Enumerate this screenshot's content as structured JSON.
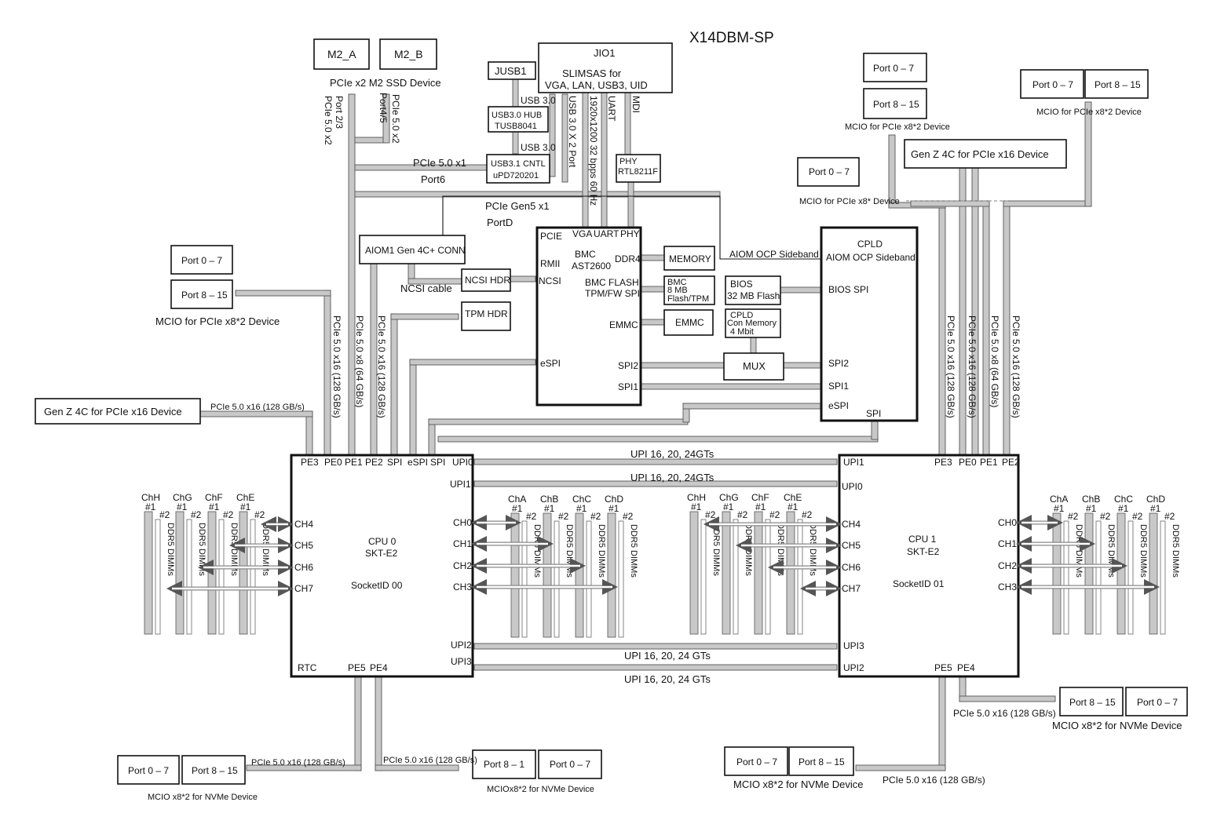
{
  "title": "X14DBM-SP",
  "cpu0": {
    "name": "CPU 0",
    "socket": "SKT-E2",
    "id": "SocketID  00",
    "pe3": "PE3",
    "pe0": "PE0",
    "pe1": "PE1",
    "pe2": "PE2",
    "spi": "SPI",
    "espi": "eSPI",
    "spi2": "SPI",
    "upi0": "UPI0",
    "upi1": "UPI1",
    "upi2": "UPI2",
    "upi3": "UPI3",
    "rtc": "RTC",
    "pe5": "PE5",
    "pe4": "PE4"
  },
  "cpu1": {
    "name": "CPU 1",
    "socket": "SKT-E2",
    "id": "SocketID  01",
    "upi1": "UPI1",
    "upi0": "UPI0",
    "upi3": "UPI3",
    "upi2": "UPI2",
    "pe3": "PE3",
    "pe0": "PE0",
    "pe1": "PE1",
    "pe2": "PE2",
    "pe5": "PE5",
    "pe4": "PE4"
  },
  "channels": {
    "ch0": "CH0",
    "ch1": "CH1",
    "ch2": "CH2",
    "ch3": "CH3",
    "ch4": "CH4",
    "ch5": "CH5",
    "ch6": "CH6",
    "ch7": "CH7"
  },
  "dimm": {
    "label": "DDR5 DIMMs",
    "n1": "#1",
    "n2": "#2",
    "chA": "ChA",
    "chB": "ChB",
    "chC": "ChC",
    "chD": "ChD",
    "chE": "ChE",
    "chF": "ChF",
    "chG": "ChG",
    "chH": "ChH"
  },
  "upi": {
    "a": "UPI 16, 20, 24GTs",
    "b": "UPI 16, 20, 24GTs",
    "c": "UPI 16, 20, 24 GTs",
    "d": "UPI 16, 20, 24 GTs"
  },
  "bmc": {
    "name": "BMC",
    "chip": "AST2600",
    "pcie": "PCIE",
    "vga": "VGA",
    "uart": "UART",
    "phy": "PHY",
    "rmii": "RMII",
    "ncsi": "NCSI",
    "ddr4": "DDR4",
    "flash": "BMC FLASH",
    "tpmspi": "TPM/FW SPI",
    "emmc": "EMMC",
    "espi": "eSPI",
    "spi2": "SPI2",
    "spi1": "SPI1"
  },
  "boxes": {
    "m2a": "M2_A",
    "m2b": "M2_B",
    "m2_caption": "PCIe x2 M2 SSD Device",
    "jusb1": "JUSB1",
    "jio1": "JIO1",
    "jio1_l1": "SLIMSAS for",
    "jio1_l2": "VGA, LAN, USB3, UID",
    "hub_l1": "USB3.0 HUB",
    "hub_l2": "TUSB8041",
    "cntl_l1": "USB3.1 CNTL",
    "cntl_l2": "uPD720201",
    "phy_l1": "PHY",
    "phy_l2": "RTL8211F",
    "aiom1": "AIOM1 Gen 4C+ CONN",
    "ncsihdr": "NCSI HDR",
    "tpmhdr": "TPM HDR",
    "memory": "MEMORY",
    "bmcmem_l1": "BMC",
    "bmcmem_l2": "8 MB",
    "bmcmem_l3": "Flash/TPM",
    "emmc": "EMMC",
    "bios_l1": "BIOS",
    "bios_l2": "32 MB Flash",
    "cpldmem_l1": "CPLD",
    "cpldmem_l2": "Con Memory",
    "cpldmem_l3": "4 Mbit",
    "mux": "MUX",
    "cpld": "CPLD",
    "cpld_aiom": "AIOM OCP Sideband",
    "cpld_bios": "BIOS SPI",
    "cpld_spi2": "SPI2",
    "cpld_spi1": "SPI1",
    "cpld_espi": "eSPI",
    "cpld_spi": "SPI",
    "genz_left": "Gen Z 4C for PCIe x16 Device",
    "genz_right": "Gen Z 4C for PCIe x16 Device",
    "port07": "Port 0 – 7",
    "port815": "Port 8 – 15",
    "port81": "Port 8 – 1"
  },
  "labels": {
    "usb30a": "USB 3.0",
    "usb30b": "USB 3.0",
    "usb30x2": "USB 3.0 X 2 Port",
    "vga_res": "1920x1200 32 bpps 60 Hz",
    "uart": "UART",
    "mdi": "MDI",
    "pcie50x1": "PCIe 5.0 x1",
    "port6": "Port6",
    "pciegen5x1": "PCIe Gen5 x1",
    "portd": "PortD",
    "m2_v1": "PCIe 5.0 x2",
    "m2_v2": "Port 2/3",
    "m2_v3": "PCIe 5.0 x2",
    "m2_v4": "Port4/5",
    "ncsicable": "NCSI cable",
    "aiom_ocp": "AIOM OCP Sideband",
    "mcio_l_x82": "MCIO for PCIe x8*2 Device",
    "mcio_tr1": "MCIO for PCIe x8*2 Device",
    "mcio_tr2": "MCIO for PCIe x8*2 Device",
    "mcio_x8": "MCIO for PCIe x8* Device",
    "pcie_genz_l": "PCIe 5.0 x16 (128 GB/s)",
    "v_l1": "PCIe 5.0 x16 (128 GB/s)",
    "v_l2": "PCIe 5.0 x8 (64 GB/s)",
    "v_l3": "PCIe 5.0 x16 (128 GB/s)",
    "v_r1": "PCIe 5.0 x16 (128 GB/s)",
    "v_r2": "PCIe 5.0 x16 (128 GB/s)",
    "v_r3": "PCIe 5.0 x8 (64 GB/s)",
    "v_r4": "PCIe 5.0 x16 (128 GB/s)",
    "bl_pcie": "PCIe 5.0 x16 (128 GB/s)",
    "bl_cap": "MCIO x8*2 for NVMe Device",
    "bc_pcie": "PCIe 5.0 x16 (128 GB/s)",
    "bc_cap": "MCIOx8*2 for NVMe Device",
    "br_pcie": "PCIe 5.0 x16 (128 GB/s)",
    "br_cap": "MCIO x8*2 for NVMe Device",
    "brr_pcie": "PCIe 5.0 x16 (128 GB/s)",
    "brr_cap": "MCIO x8*2 for NVMe Device"
  }
}
